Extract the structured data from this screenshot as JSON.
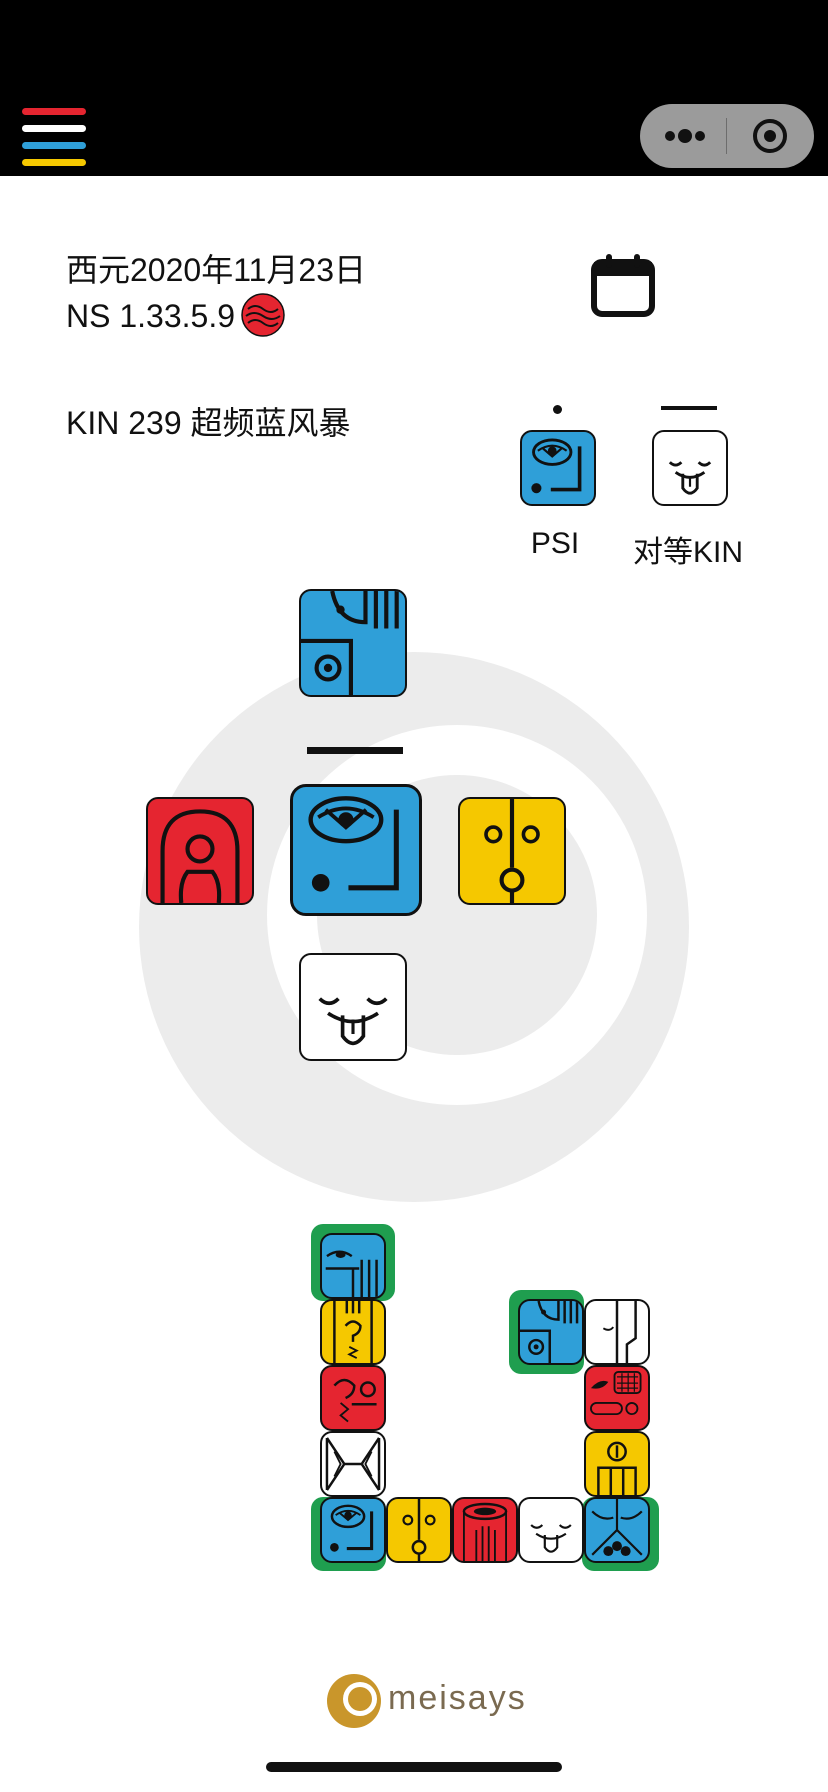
{
  "header": {
    "menu_colors": [
      "#e52530",
      "#ffffff",
      "#2f9fd8",
      "#f5c800"
    ],
    "more_icon": "more-dots-icon",
    "close_icon": "target-circle-icon"
  },
  "info": {
    "date_text": "西元2020年11月23日",
    "ns_text": "NS 1.33.5.9",
    "kin_text": "KIN 239 超频蓝风暴",
    "psi_label": "PSI",
    "equal_kin_label": "对等KIN"
  },
  "footer": {
    "brand_name": "meisays"
  },
  "colors": {
    "red": "#e52530",
    "blue": "#2f9fd8",
    "yellow": "#f5c800",
    "white": "#ffffff",
    "green_highlight": "#1f9e4f",
    "brand_gold": "#c9962b"
  }
}
